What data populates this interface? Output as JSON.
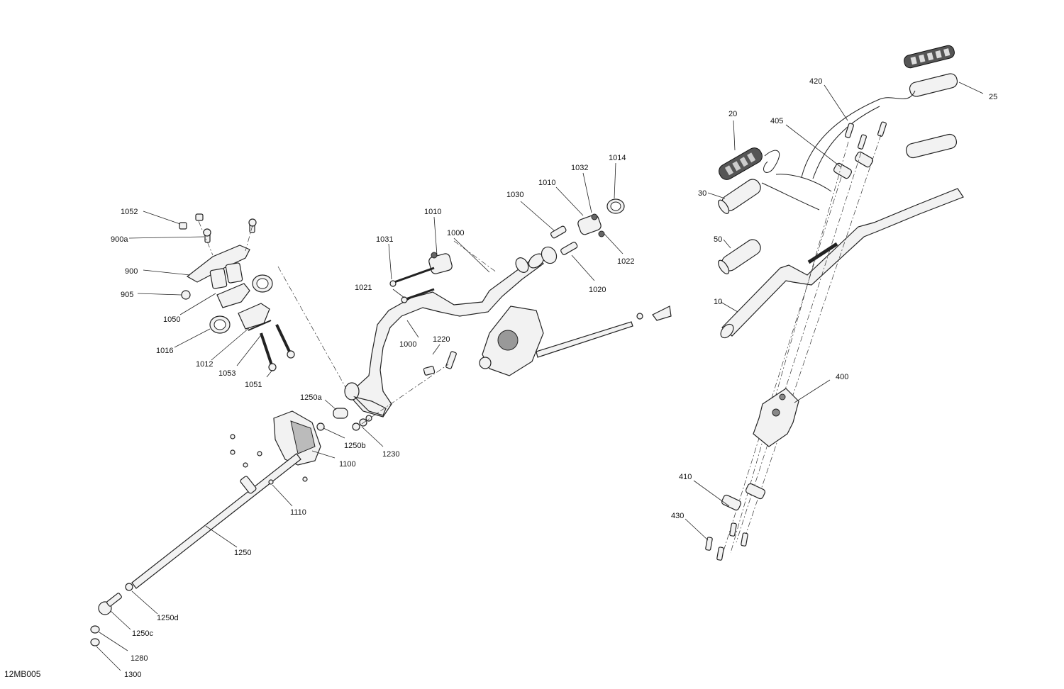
{
  "diagram_code": "12MB005",
  "callouts": {
    "c25": "25",
    "c420": "420",
    "c20": "20",
    "c405": "405",
    "c30": "30",
    "c50": "50",
    "c10": "10",
    "c400": "400",
    "c410": "410",
    "c430": "430",
    "c1014": "1014",
    "c1032": "1032",
    "c1010b": "1010",
    "c1030": "1030",
    "c1010a": "1010",
    "c1000a": "1000",
    "c1031": "1031",
    "c1022": "1022",
    "c1021": "1021",
    "c1020": "1020",
    "c1000b": "1000",
    "c1220": "1220",
    "c1052": "1052",
    "c900a": "900a",
    "c900": "900",
    "c905": "905",
    "c1050": "1050",
    "c1016": "1016",
    "c1012": "1012",
    "c1053": "1053",
    "c1051": "1051",
    "c1250a": "1250a",
    "c1250b": "1250b",
    "c1230": "1230",
    "c1100": "1100",
    "c1110": "1110",
    "c1250": "1250",
    "c1250d": "1250d",
    "c1250c": "1250c",
    "c1280": "1280",
    "c1300": "1300"
  }
}
